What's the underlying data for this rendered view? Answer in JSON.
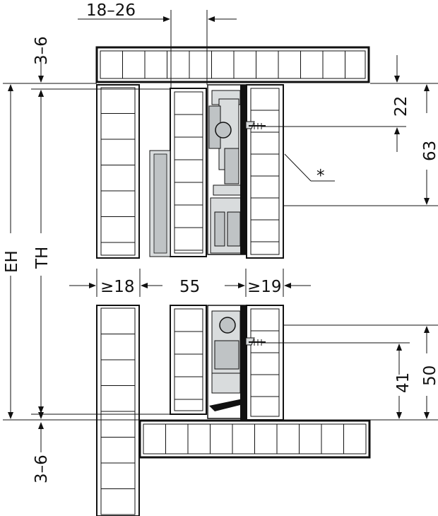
{
  "dimensions": {
    "top_gap": "18–26",
    "top_offset": "3–6",
    "bottom_offset": "3–6",
    "eh": "EH",
    "th": "TH",
    "d22": "22",
    "d63": "63",
    "d41": "41",
    "d50": "50",
    "left_panel": "≥18",
    "middle": "55",
    "right_panel": "≥19",
    "asterisk": "*"
  },
  "colors": {
    "line": "#111111",
    "fill_light": "#d9dcdd",
    "fill_mid": "#bfc3c5",
    "fill_white": "#ffffff"
  }
}
